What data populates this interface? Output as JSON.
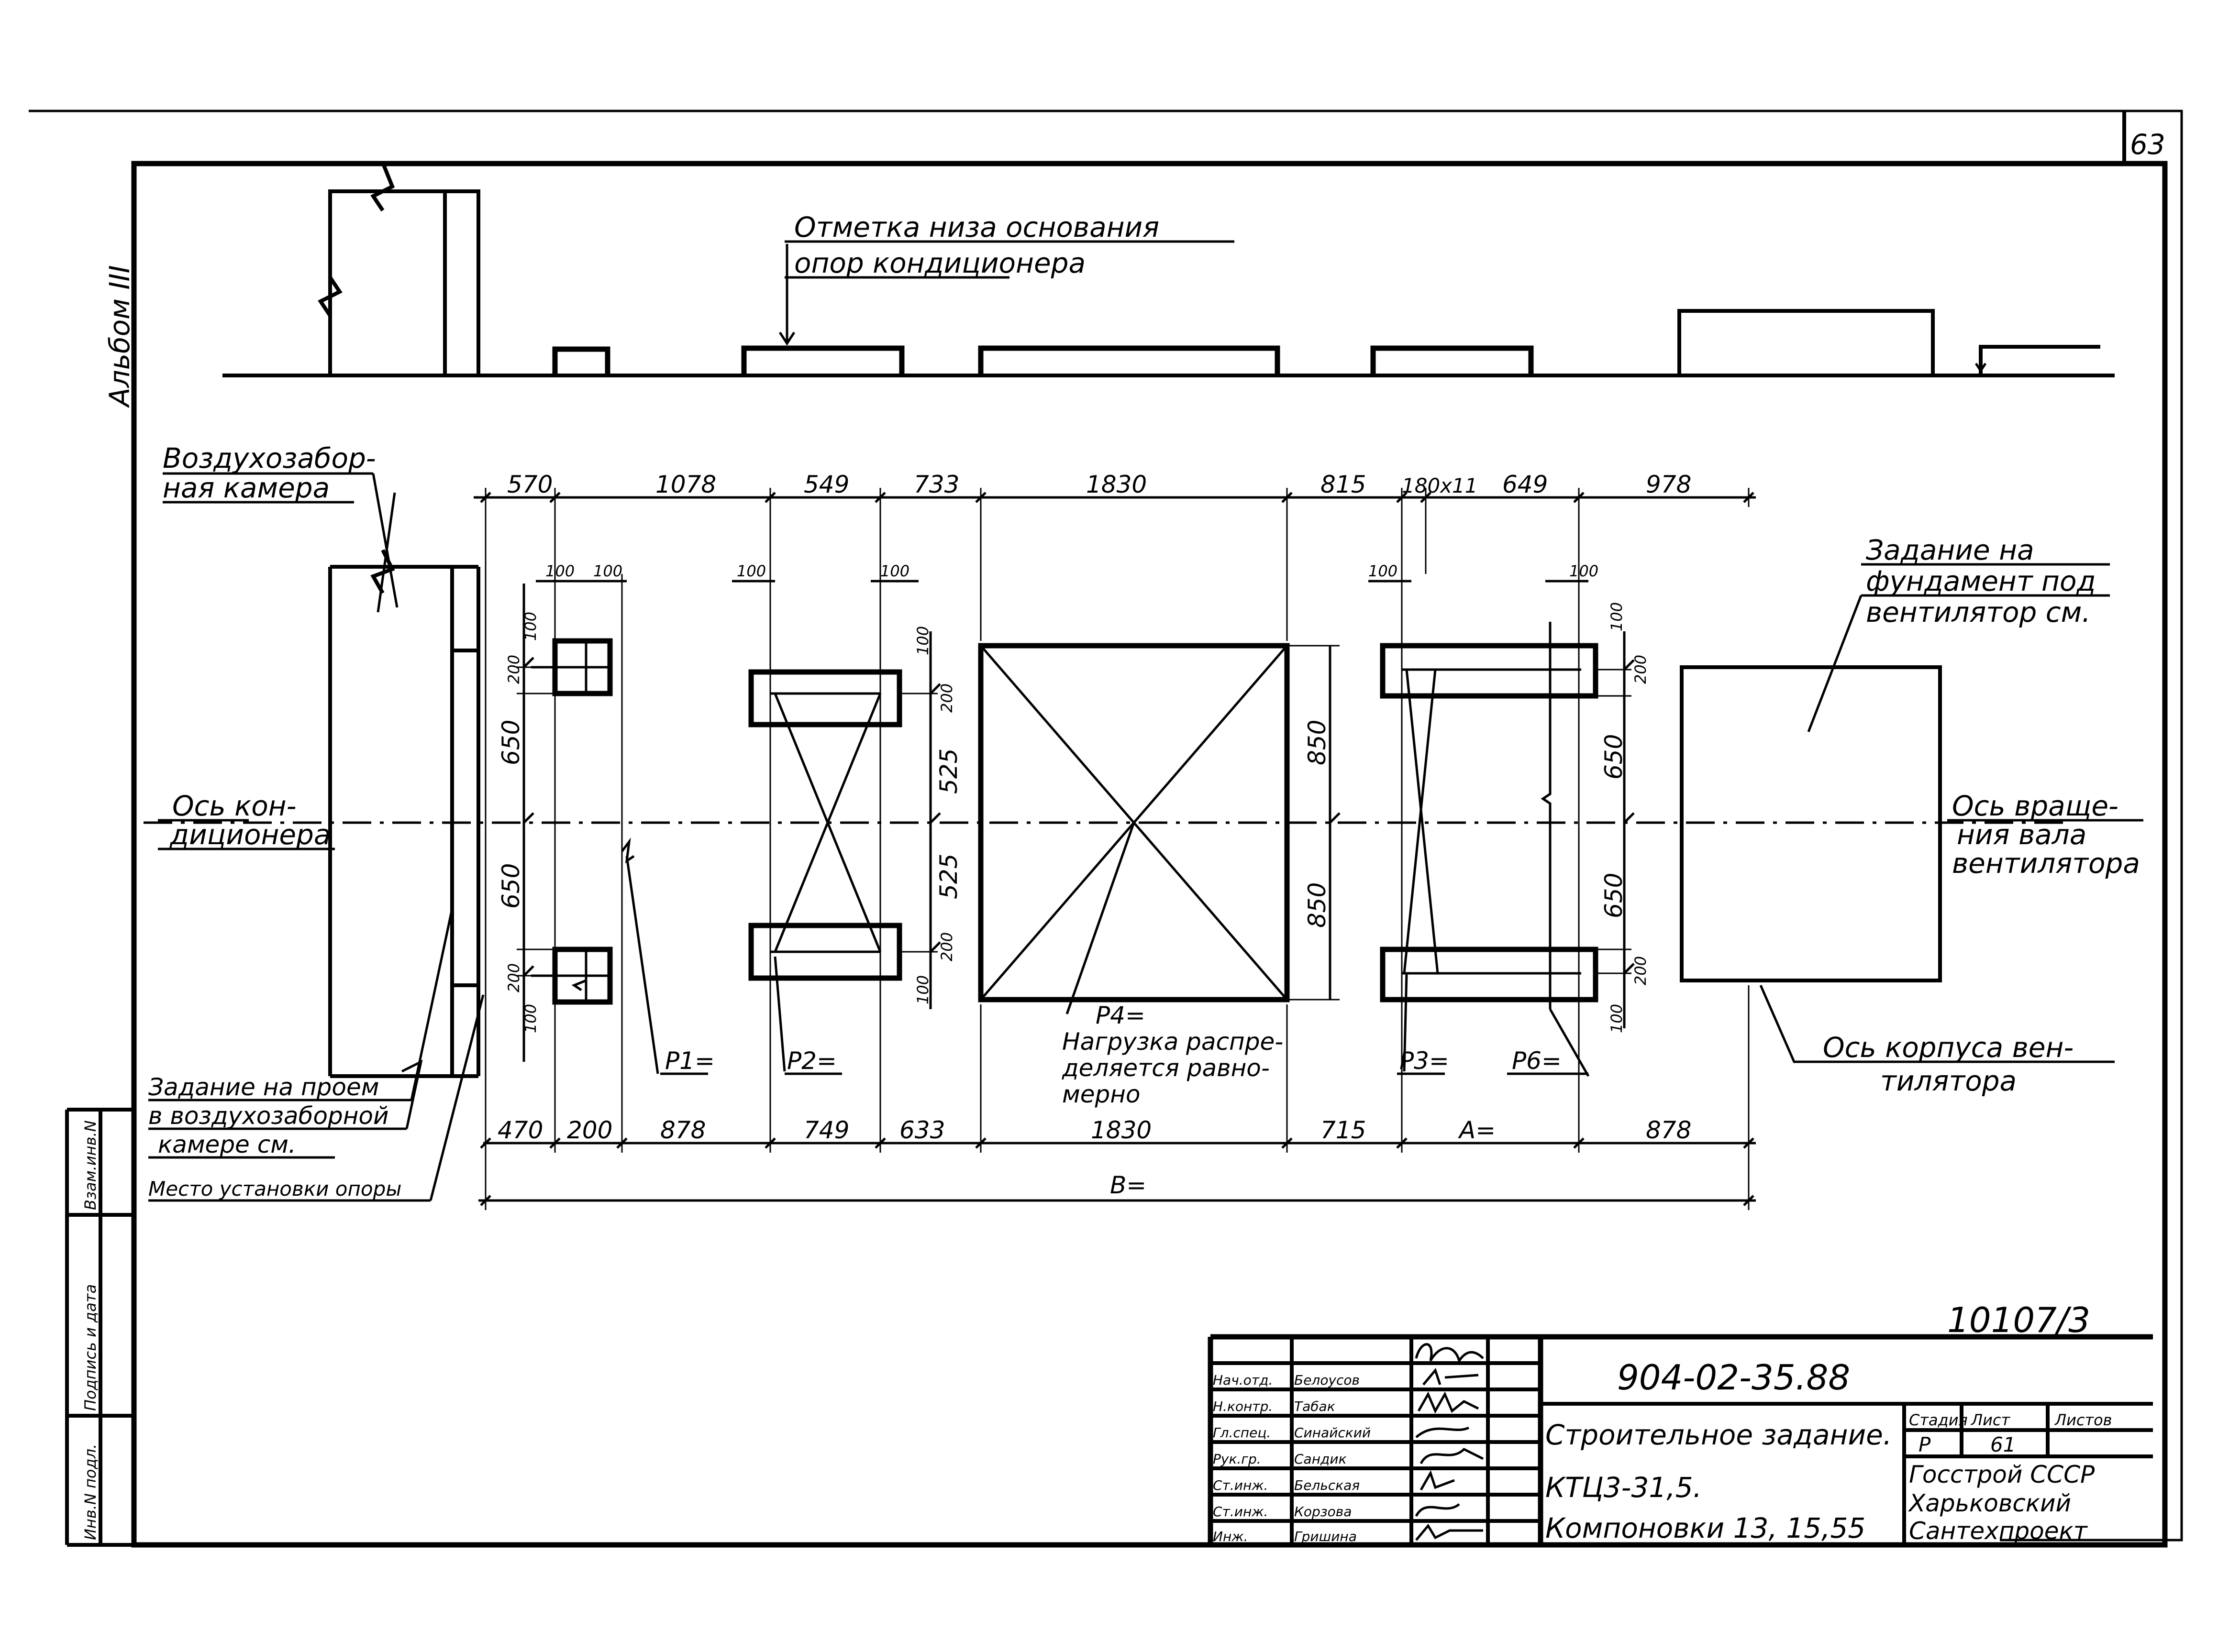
{
  "sheet": {
    "page_number": "63",
    "album": "Альбом III",
    "archive_number": "10107/3"
  },
  "labels": {
    "elevation_note_line1": "Отметка низа основания",
    "elevation_note_line2": "опор кондиционера",
    "air_chamber_line1": "Воздухозабор-",
    "air_chamber_line2": "ная камера",
    "fan_foundation_line1": "Задание на",
    "fan_foundation_line2": "фундамент под",
    "fan_foundation_line3": "вентилятор см.",
    "conditioner_axis_line1": "Ось кон-",
    "conditioner_axis_line2": "диционера",
    "fan_shaft_axis_line1": "Ось враще-",
    "fan_shaft_axis_line2": "ния вала",
    "fan_shaft_axis_line3": "вентилятора",
    "fan_body_axis_line1": "Ось корпуса вен-",
    "fan_body_axis_line2": "тилятора",
    "opening_task_line1": "Задание на проем",
    "opening_task_line2": "в воздухозаборной",
    "opening_task_line3": "камере см.",
    "support_place": "Место установки опоры",
    "load_p1": "P1=",
    "load_p2": "P2=",
    "load_p3": "P3=",
    "load_p6": "P6=",
    "load_p4_line1": "P4=",
    "load_p4_line2": "Нагрузка распре-",
    "load_p4_line3": "деляется равно-",
    "load_p4_line4": "мерно"
  },
  "dimensions": {
    "top": [
      "570",
      "1078",
      "549",
      "733",
      "1830",
      "815",
      "180x11",
      "649",
      "978"
    ],
    "bottom": [
      "470",
      "200",
      "878",
      "749",
      "633",
      "1830",
      "715",
      "A=",
      "878"
    ],
    "overall": "B=",
    "small_100": "100",
    "small_200": "200",
    "v650": "650",
    "v525": "525",
    "v850": "850"
  },
  "left_strip": {
    "field1": "Взам.инв.N",
    "field2": "Подпись и дата",
    "field3": "Инв.N подл."
  },
  "title_block": {
    "designation": "904-02-35.88",
    "title_line1": "Строительное задание.",
    "title_line2": "КТЦ3-31,5.",
    "title_line3": "Компоновки 13, 15,55",
    "stage_header": "Стадия",
    "sheet_header": "Лист",
    "sheets_header": "Листов",
    "stage": "Р",
    "sheet": "61",
    "org_line1": "Госстрой СССР",
    "org_line2": "Харьковский",
    "org_line3": "Сантехпроект",
    "staff": [
      {
        "role": "Нач.отд.",
        "name": "Белоусов"
      },
      {
        "role": "Н.контр.",
        "name": "Табак"
      },
      {
        "role": "Гл.спец.",
        "name": "Синайский"
      },
      {
        "role": "Рук.гр.",
        "name": "Сандик"
      },
      {
        "role": "Ст.инж.",
        "name": "Бельская"
      },
      {
        "role": "Ст.инж.",
        "name": "Корзова"
      },
      {
        "role": "Инж.",
        "name": "Гришина"
      }
    ]
  }
}
